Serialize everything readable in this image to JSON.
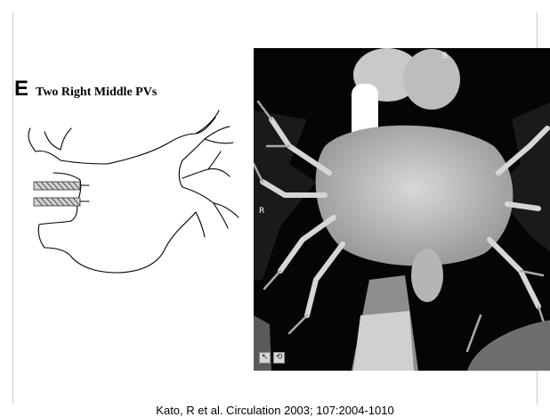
{
  "panel": {
    "letter": "E",
    "caption": "Two Right Middle PVs"
  },
  "ct": {
    "label_top": "S",
    "label_side": "R",
    "tools": [
      {
        "icon": "pointer-tool-icon",
        "glyph": "↖"
      },
      {
        "icon": "reset-tool-icon",
        "glyph": "⟲"
      }
    ]
  },
  "citation": "Kato, R et al. Circulation 2003; 107:2004-1010"
}
